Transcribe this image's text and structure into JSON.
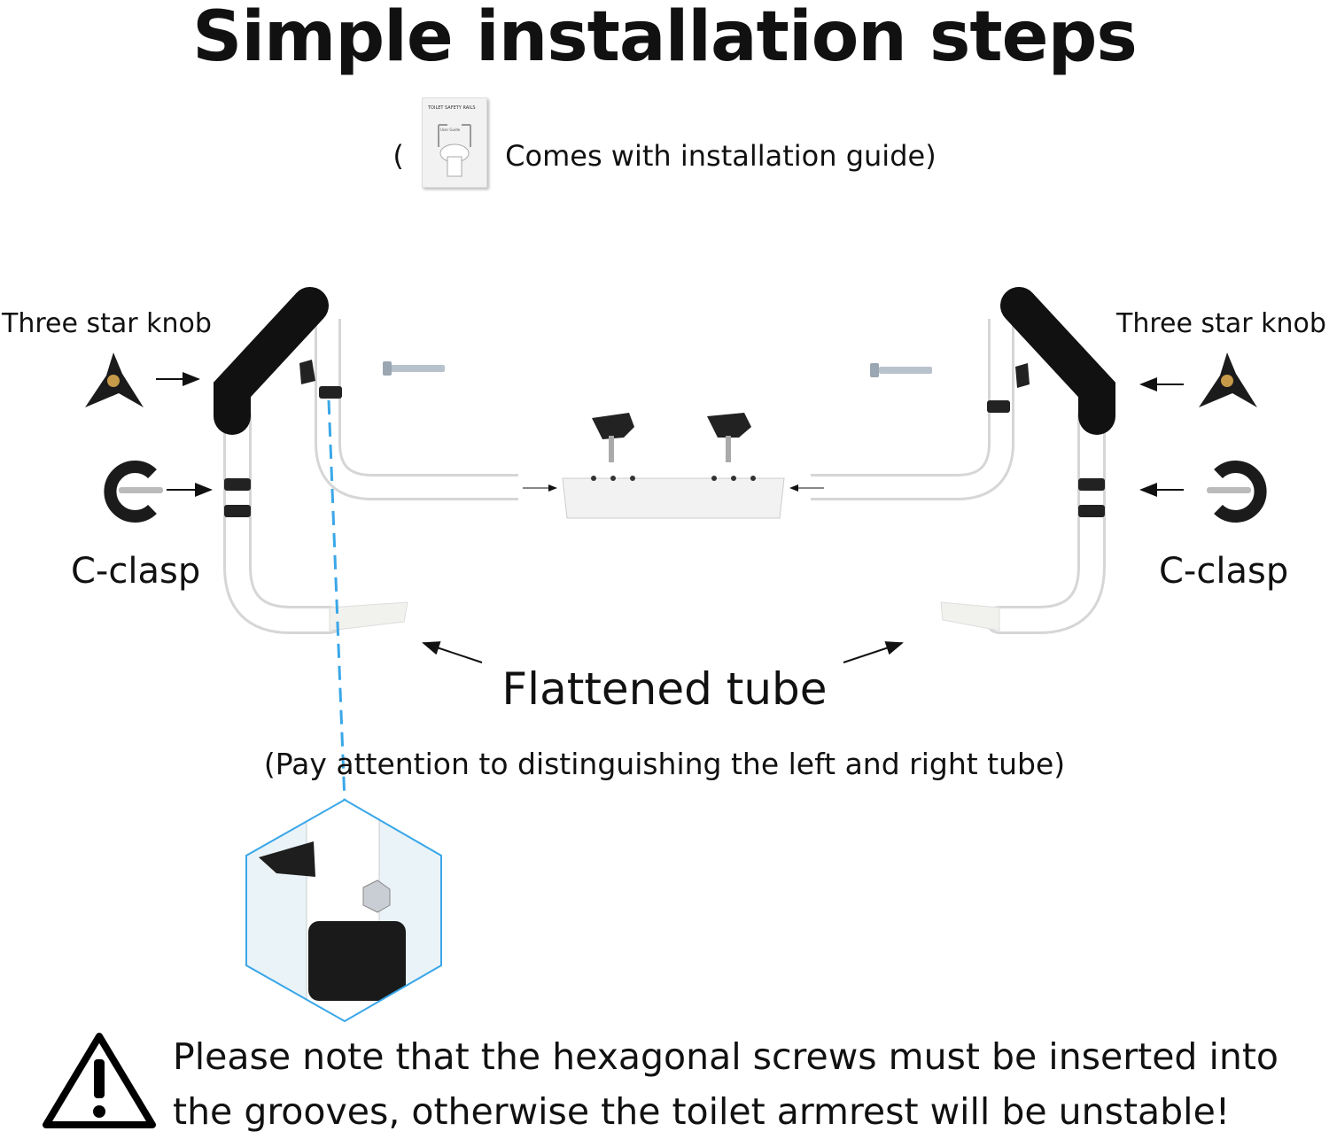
{
  "title": "Simple installation steps",
  "guide": {
    "open_paren": "(",
    "text": "Comes with installation guide)",
    "booklet_title": "TOILET SAFETY RAILS",
    "booklet_subtitle": "User Guide"
  },
  "labels": {
    "left_knob": "Three star knob",
    "right_knob": "Three star knob",
    "left_clasp": "C-clasp",
    "right_clasp": "C-clasp",
    "flattened": "Flattened tube",
    "attention": "(Pay attention to distinguishing the left and right tube)"
  },
  "note": "Please note that the hexagonal screws must be inserted into the grooves, otherwise the toilet armrest will be unstable!",
  "colors": {
    "dashed_line": "#3aa7e8",
    "hexagon_outline": "#3aa7e8",
    "warning": "#000000"
  },
  "icons": [
    "booklet-icon",
    "star-knob-icon",
    "c-clasp-icon",
    "bolt-icon",
    "arrow-icon",
    "warning-icon"
  ]
}
